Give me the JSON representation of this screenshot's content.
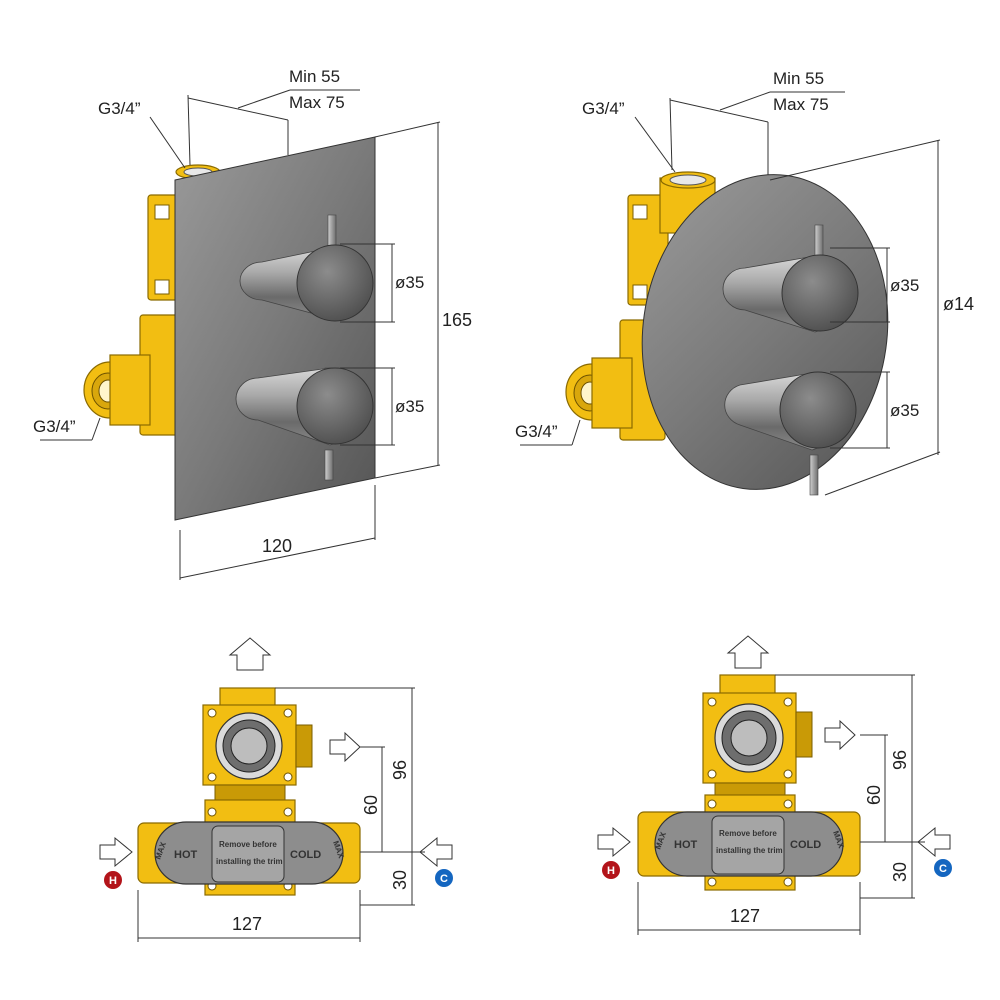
{
  "views": {
    "square": {
      "thread_top": "G3/4”",
      "thread_side": "G3/4”",
      "depth_min": "Min 55",
      "depth_max": "Max 75",
      "knob_dia_1": "ø35",
      "knob_dia_2": "ø35",
      "height": "165",
      "width": "120"
    },
    "round": {
      "thread_top": "G3/4”",
      "thread_side": "G3/4”",
      "depth_min": "Min 55",
      "depth_max": "Max 75",
      "knob_dia_1": "ø35",
      "knob_dia_2": "ø35",
      "diameter": "ø14"
    },
    "body_left": {
      "dim_vertical_total": "96",
      "dim_outlet": "60",
      "dim_lower": "30",
      "dim_width": "127",
      "hot_label": "HOT",
      "cold_label": "COLD",
      "notice_line1": "Remove before",
      "notice_line2": "installing the trim",
      "max_left": "MAX",
      "max_right": "MAX",
      "hot_badge": "H",
      "cold_badge": "C"
    },
    "body_right": {
      "dim_vertical_total": "96",
      "dim_outlet": "60",
      "dim_lower": "30",
      "dim_width": "127",
      "hot_label": "HOT",
      "cold_label": "COLD",
      "notice_line1": "Remove before",
      "notice_line2": "installing the trim",
      "max_left": "MAX",
      "max_right": "MAX",
      "hot_badge": "H",
      "cold_badge": "C"
    }
  },
  "colors": {
    "brass": "#f2be12",
    "steel": "#7d7d7d",
    "hot_badge": "#b3141a",
    "cold_badge": "#1466c0"
  }
}
